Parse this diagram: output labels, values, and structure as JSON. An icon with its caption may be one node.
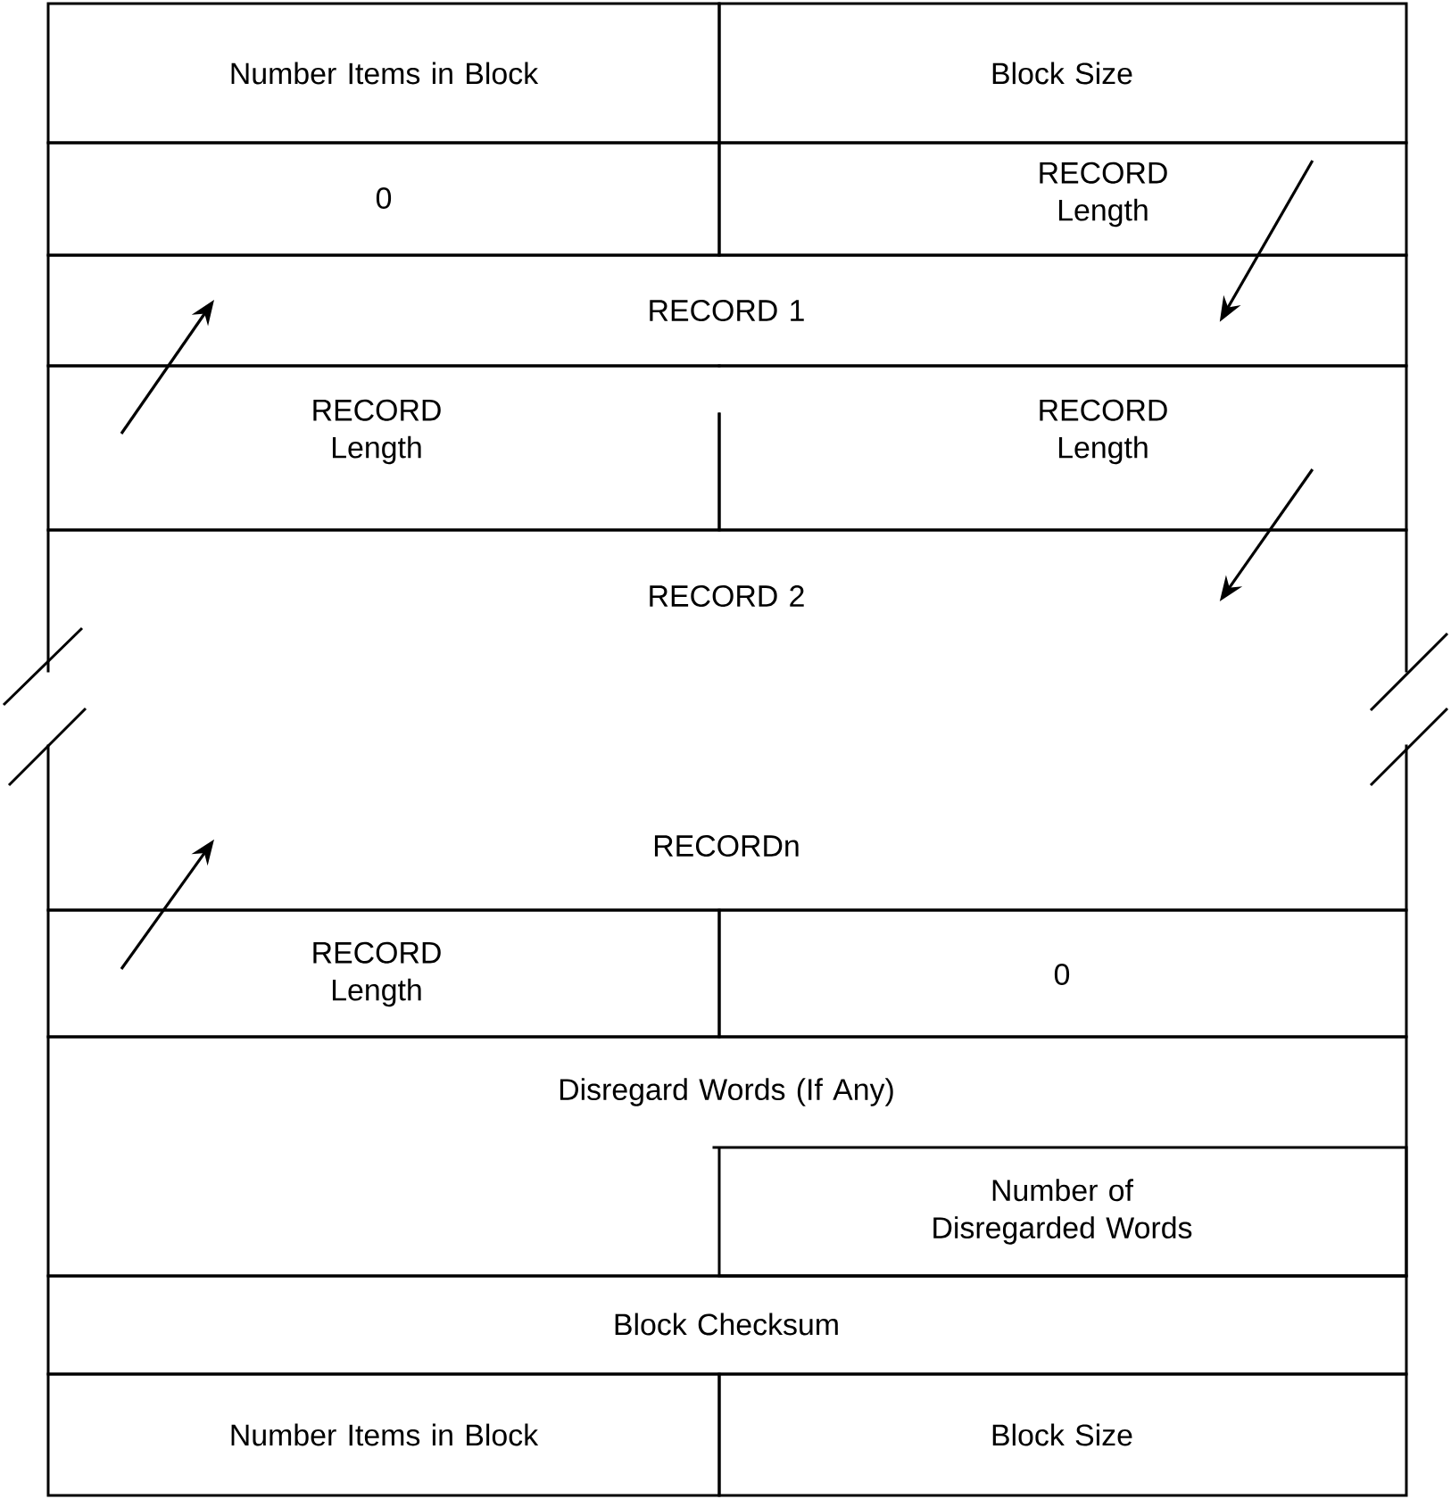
{
  "diagram": {
    "nodes": [
      {
        "text": [
          "Number Items in Block"
        ]
      },
      {
        "text": [
          "Block Size"
        ]
      },
      {
        "text": [
          "0"
        ]
      },
      {
        "text": [
          "RECORD Length"
        ]
      },
      {
        "text": [
          "RECORD 1"
        ]
      },
      {
        "text": [
          "RECORD Length"
        ]
      },
      {
        "text": [
          "RECORD Length"
        ]
      },
      {
        "text": [
          "RECORD 2",
          "RECORDn"
        ]
      },
      {
        "text": [
          "RECORD Length"
        ]
      },
      {
        "text": [
          "0"
        ]
      },
      {
        "text": [
          "Disregard Words (If Any)"
        ]
      },
      {
        "text": [
          "Number of Disregarded Words"
        ],
        "in": 10
      },
      {
        "text": [
          "Block Checksum"
        ]
      },
      {
        "text": [
          "Number Items in Block"
        ]
      },
      {
        "text": [
          "Block Size"
        ]
      }
    ],
    "edges": [
      {
        "from": 3,
        "to": 4,
        "arrow": "to"
      },
      {
        "from": 5,
        "to": 4,
        "arrow": "to"
      },
      {
        "from": 6,
        "to": 7,
        "arrow": "to"
      },
      {
        "from": 8,
        "to": 7,
        "arrow": "to"
      }
    ]
  }
}
